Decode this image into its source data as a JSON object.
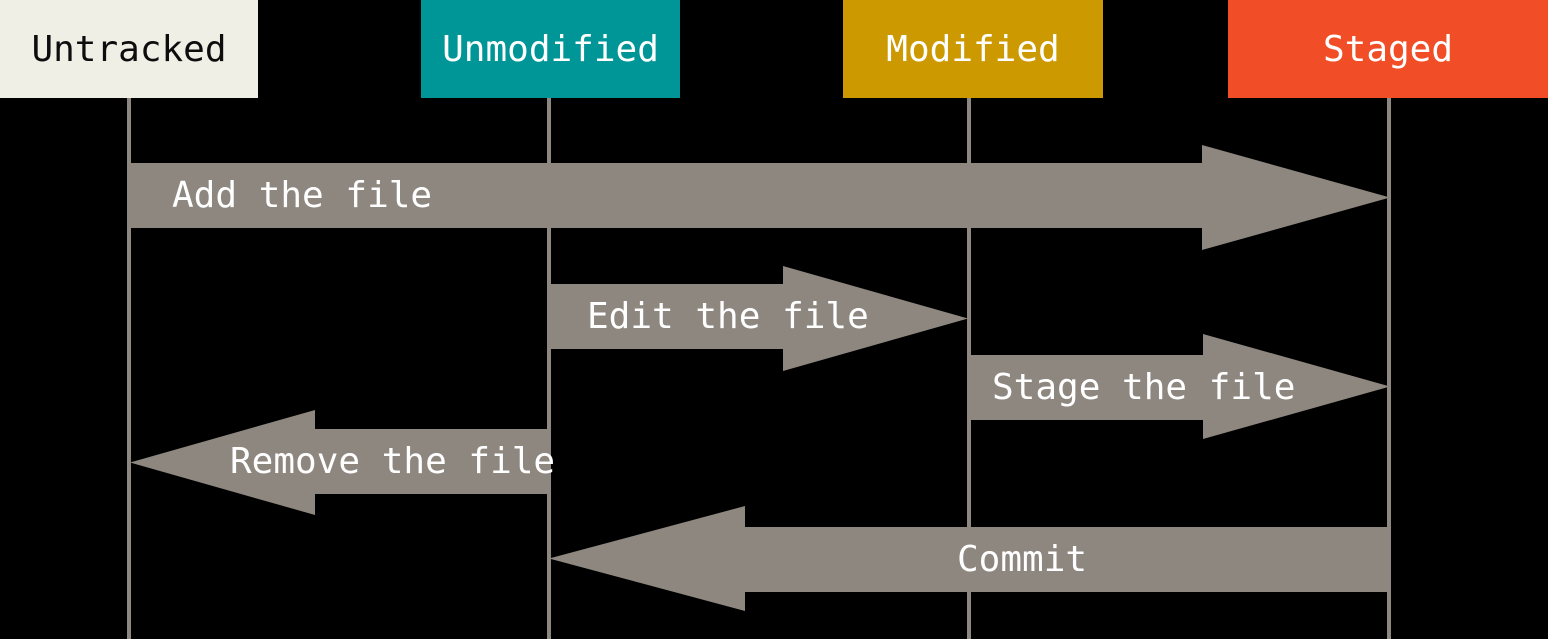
{
  "diagram": {
    "states": [
      {
        "id": "untracked",
        "label": "Untracked",
        "color": "#f0efe6",
        "text_color": "#0d0d0d"
      },
      {
        "id": "unmodified",
        "label": "Unmodified",
        "color": "#009698",
        "text_color": "#ffffff"
      },
      {
        "id": "modified",
        "label": "Modified",
        "color": "#cc9a00",
        "text_color": "#ffffff"
      },
      {
        "id": "staged",
        "label": "Staged",
        "color": "#f14e28",
        "text_color": "#ffffff"
      }
    ],
    "transitions": [
      {
        "label": "Add the file",
        "from": "untracked",
        "to": "staged",
        "direction": "right"
      },
      {
        "label": "Edit the file",
        "from": "unmodified",
        "to": "modified",
        "direction": "right"
      },
      {
        "label": "Stage the file",
        "from": "modified",
        "to": "staged",
        "direction": "right"
      },
      {
        "label": "Remove the file",
        "from": "unmodified",
        "to": "untracked",
        "direction": "left"
      },
      {
        "label": "Commit",
        "from": "staged",
        "to": "unmodified",
        "direction": "left"
      }
    ],
    "colors": {
      "background": "#000000",
      "arrow": "#8e8780",
      "lifeline": "#8e8780",
      "arrow_text": "#ffffff"
    }
  }
}
